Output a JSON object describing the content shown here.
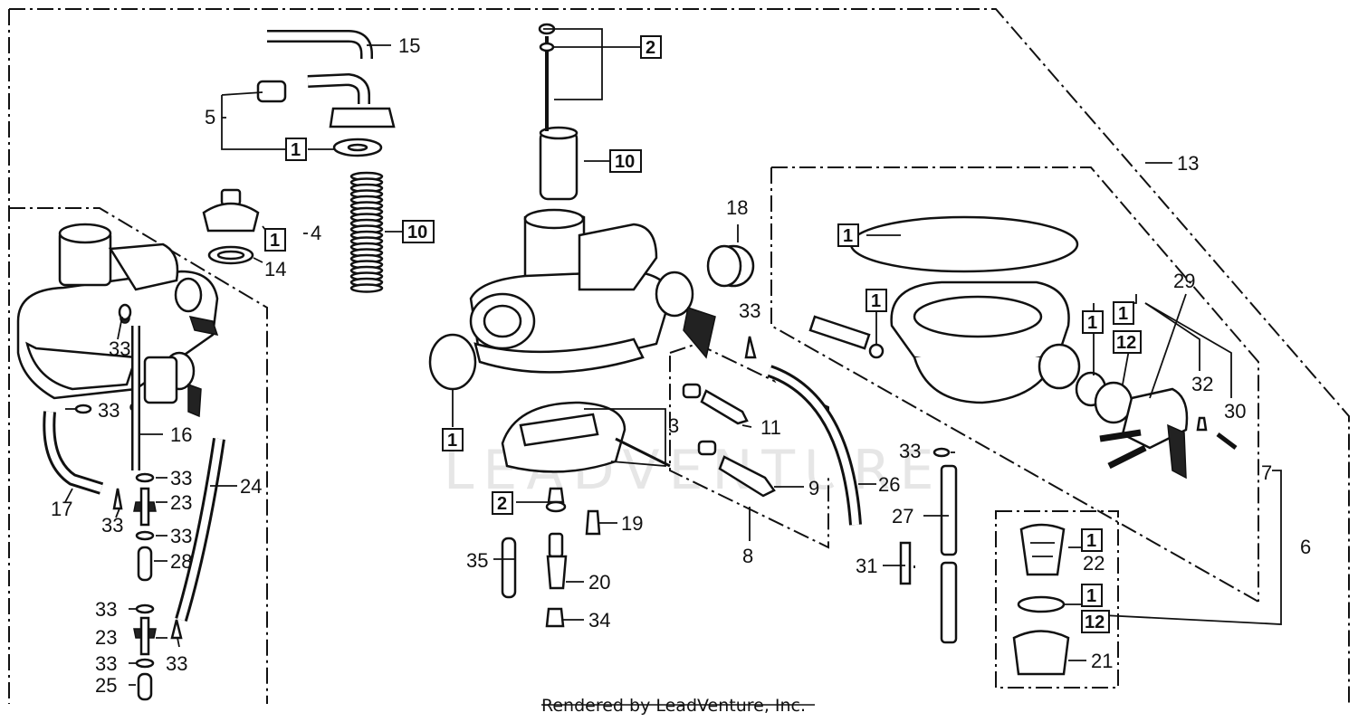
{
  "footer": "Rendered by LeadVenture, Inc.",
  "watermark": "LEADVENTURE",
  "labels": {
    "l1": "1",
    "l2": "2",
    "l3": "3",
    "l4": "4",
    "l5": "5",
    "l6": "6",
    "l7": "7",
    "l8": "8",
    "l9": "9",
    "l10": "10",
    "l11": "11",
    "l12": "12",
    "l13": "13",
    "l14": "14",
    "l15": "15",
    "l16": "16",
    "l17": "17",
    "l18": "18",
    "l19": "19",
    "l20": "20",
    "l21": "21",
    "l22": "22",
    "l23": "23",
    "l24": "24",
    "l25": "25",
    "l26": "26",
    "l27": "27",
    "l28": "28",
    "l29": "29",
    "l30": "30",
    "l31": "31",
    "l32": "32",
    "l33": "33",
    "l34": "34",
    "l35": "35"
  }
}
